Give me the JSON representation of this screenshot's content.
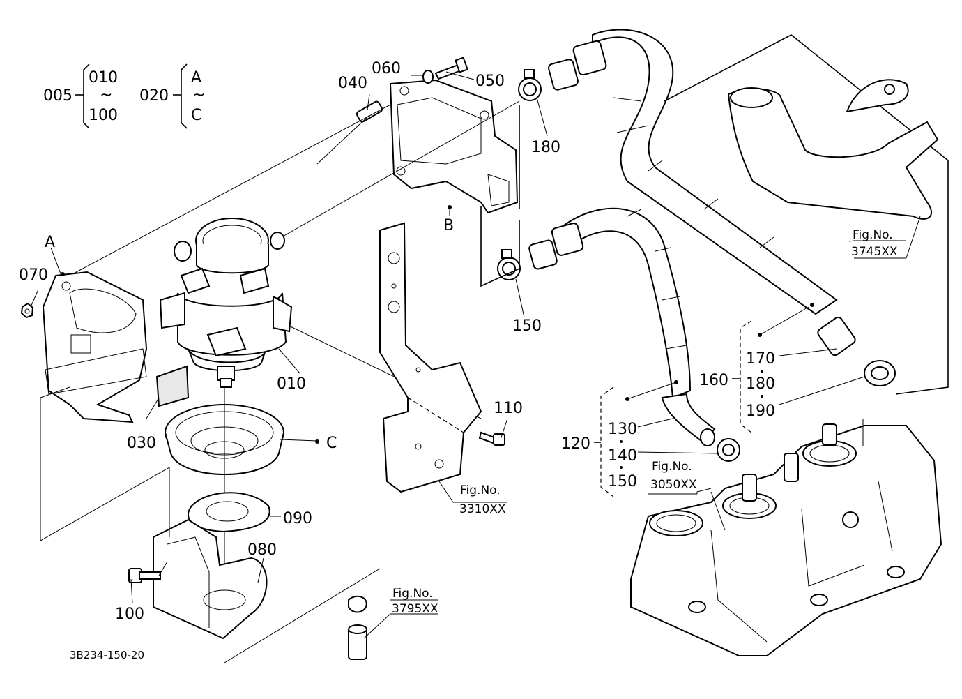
{
  "group_005": {
    "num": "005",
    "range_start": "010",
    "tilde": "~",
    "range_end": "100"
  },
  "group_020": {
    "num": "020",
    "range_start": "A",
    "tilde": "~",
    "range_end": "C"
  },
  "labels": {
    "p010": "010",
    "p030": "030",
    "p040": "040",
    "p050": "050",
    "p060": "060",
    "p070": "070",
    "p080": "080",
    "p090": "090",
    "p100": "100",
    "p110": "110",
    "p150": "150",
    "p180": "180",
    "A": "A",
    "B": "B",
    "C": "C"
  },
  "group_120": {
    "num": "120",
    "items": [
      "130",
      "140",
      "150"
    ]
  },
  "group_160": {
    "num": "160",
    "items": [
      "170",
      "180",
      "190"
    ]
  },
  "refs": {
    "r3745": {
      "line1": "Fig.No.",
      "line2": "3745XX"
    },
    "r3310": {
      "line1": "Fig.No.",
      "line2": "3310XX"
    },
    "r3050": {
      "line1": "Fig.No.",
      "line2": "3050XX"
    },
    "r3795": {
      "line1": "Fig.No.",
      "line2": "3795XX"
    }
  },
  "drawing_code": "3B234-150-20"
}
